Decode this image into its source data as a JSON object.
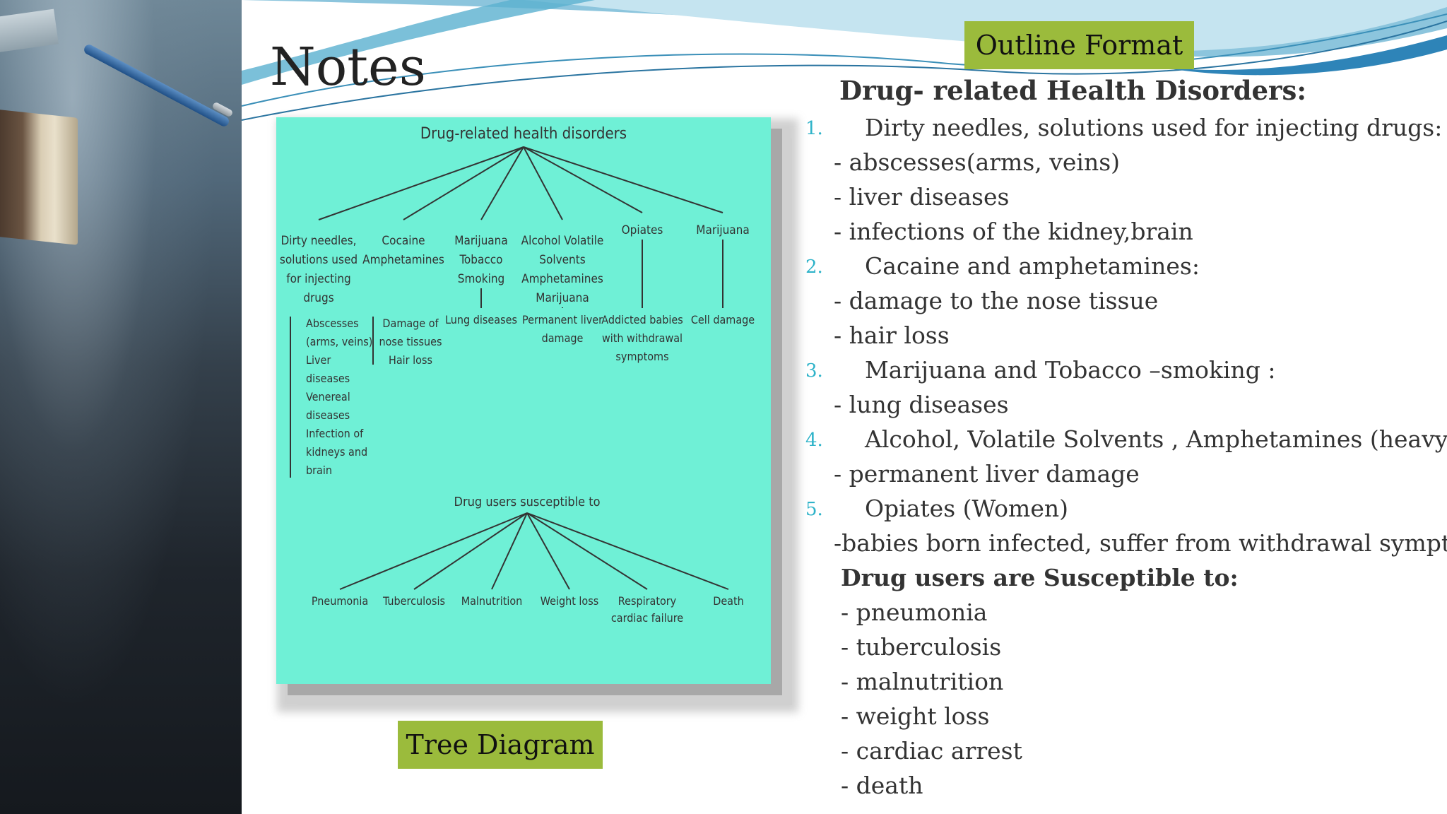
{
  "slide": {
    "title": "Notes",
    "outline_tag": "Outline Format",
    "tree_tag": "Tree Diagram"
  },
  "diagram": {
    "top_title": "Drug-related health disorders",
    "categories": [
      {
        "label": [
          "Dirty needles,",
          "solutions used",
          "for injecting",
          "drugs"
        ],
        "effects": [
          "Abscesses",
          "(arms, veins)",
          "Liver",
          "diseases",
          "Venereal",
          "diseases",
          "Infection of",
          "kidneys and",
          "brain"
        ]
      },
      {
        "label": [
          "Cocaine",
          "Amphetamines"
        ],
        "effects": [
          "Damage of",
          "nose tissues",
          "Hair loss"
        ]
      },
      {
        "label": [
          "Marijuana",
          "Tobacco",
          "Smoking"
        ],
        "effects": [
          "Lung diseases"
        ]
      },
      {
        "label": [
          "Alcohol Volatile",
          "Solvents",
          "Amphetamines",
          "Marijuana"
        ],
        "effects": [
          "Permanent liver",
          "damage"
        ]
      },
      {
        "label": [
          "Opiates"
        ],
        "effects": [
          "Addicted babies",
          "with withdrawal",
          "symptoms"
        ]
      },
      {
        "label": [
          "Marijuana"
        ],
        "effects": [
          "Cell damage"
        ]
      }
    ],
    "bottom_title": "Drug users susceptible to",
    "susceptible": [
      [
        "Pneumonia"
      ],
      [
        "Tuberculosis"
      ],
      [
        "Malnutrition"
      ],
      [
        "Weight loss"
      ],
      [
        "Respiratory",
        "cardiac failure"
      ],
      [
        "Death"
      ]
    ]
  },
  "outline": {
    "heading": "Drug- related Health Disorders:",
    "items": [
      {
        "num": "1.",
        "text": "Dirty  needles, solutions used for injecting drugs:"
      },
      {
        "sub": "-  abscesses(arms, veins)"
      },
      {
        "sub": "-  liver diseases"
      },
      {
        "sub": "-  infections of the kidney,brain"
      },
      {
        "num": "2.",
        "text": "Cacaine and amphetamines:"
      },
      {
        "sub": "- damage to the nose tissue"
      },
      {
        "sub": " - hair loss"
      },
      {
        "num": "3.",
        "text": "Marijuana and Tobacco –smoking :"
      },
      {
        "sub": "- lung diseases"
      },
      {
        "num": "4.",
        "text": "Alcohol, Volatile Solvents , Amphetamines (heavy use)"
      },
      {
        "sub": " - permanent liver damage"
      },
      {
        "num": "5.",
        "text": "Opiates (Women)"
      },
      {
        "sub": "-babies born infected, suffer from withdrawal symptoms."
      }
    ],
    "susceptible_heading": "Drug users are Susceptible to:",
    "susceptible": [
      "- pneumonia",
      "- tuberculosis",
      "- malnutrition",
      "- weight loss",
      "- cardiac arrest",
      "- death"
    ]
  }
}
